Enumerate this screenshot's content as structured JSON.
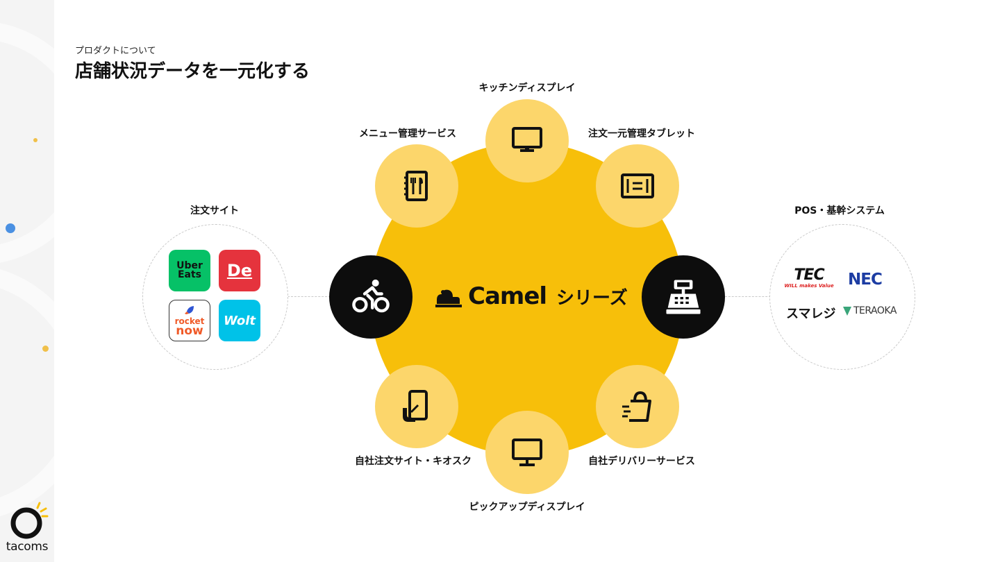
{
  "header": {
    "eyebrow": "プロダクトについて",
    "title": "店舗状況データを一元化する"
  },
  "center": {
    "brand": "Camel",
    "series": "シリーズ"
  },
  "nodes": {
    "kitchen_display": "キッチンディスプレイ",
    "menu_management": "メニュー管理サービス",
    "order_tablet": "注文一元管理タブレット",
    "self_order_kiosk": "自社注文サイト・キオスク",
    "self_delivery": "自社デリバリーサービス",
    "pickup_display": "ピックアップディスプレイ"
  },
  "order_sites": {
    "title": "注文サイト",
    "apps": {
      "uber_eats": [
        "Uber",
        "Eats"
      ],
      "demaecan": "De",
      "rocket_now": [
        "rocket",
        "now"
      ],
      "wolt": "Wolt"
    }
  },
  "pos": {
    "title": "POS・基幹システム",
    "tec": "TEC",
    "tec_tagline": "WILL makes Value",
    "nec": "NEC",
    "smaregi": "スマレジ",
    "teraoka": "TERAOKA"
  },
  "footer": {
    "logo_text": "tacoms"
  },
  "colors": {
    "accent_yellow": "#f7bf0a",
    "node_yellow": "#fcd66b",
    "node_dark": "#0d0d0d",
    "uber_green": "#06c167",
    "demaecan_red": "#e5333d",
    "wolt_blue": "#00c2e8",
    "nec_blue": "#1d3da3",
    "teraoka_green": "#3aa57a"
  }
}
